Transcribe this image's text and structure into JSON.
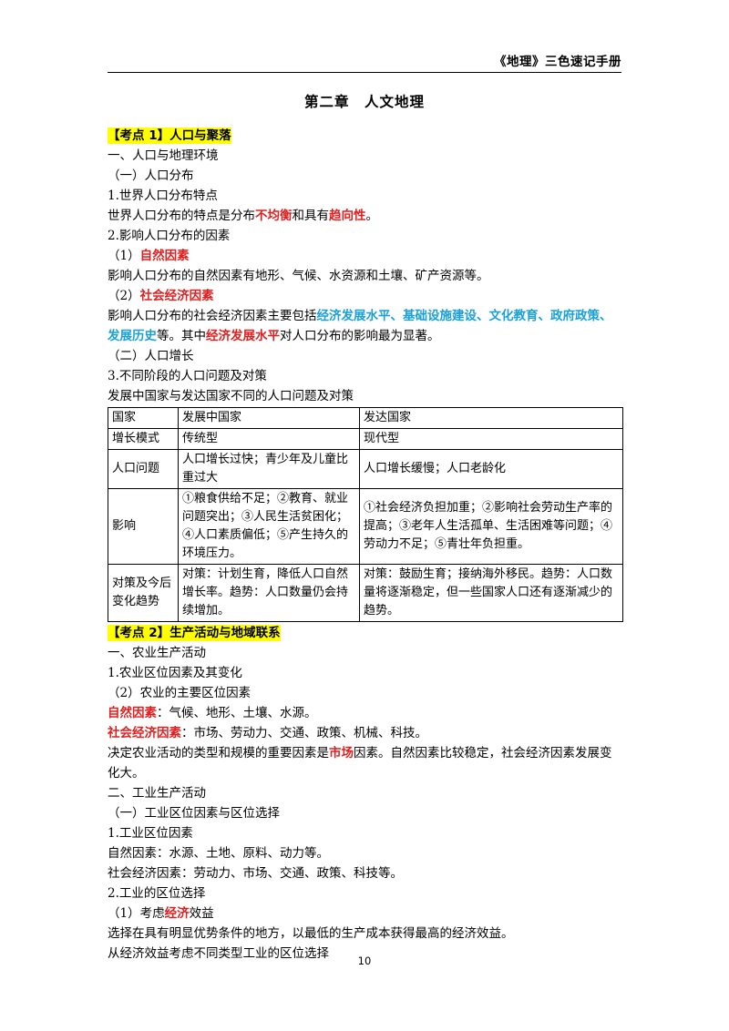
{
  "header": {
    "title": "《地理》三色速记手册"
  },
  "chapter_title": "第二章　人文地理",
  "s1": {
    "heading": "【考点 1】人口与聚落",
    "l1": "一、人口与地理环境",
    "l2": "（一）人口分布",
    "l3": "1.世界人口分布特点",
    "l4": {
      "a": "世界人口分布的特点是分布",
      "b": "不均衡",
      "c": "和具有",
      "d": "趋向性",
      "e": "。"
    },
    "l5": "2.影响人口分布的因素",
    "l6": {
      "a": "（1）",
      "b": "自然因素"
    },
    "l7": "影响人口分布的自然因素有地形、气候、水资源和土壤、矿产资源等。",
    "l8": {
      "a": "（2）",
      "b": "社会经济因素"
    },
    "p9": {
      "a": "影响人口分布的社会经济因素主要包括",
      "b": "经济发展水平、基础设施建设、文化教育、政府政策、发展历史",
      "c": "等。其中",
      "d": "经济发展水平",
      "e": "对人口分布的影响最为显著。"
    },
    "l10": "（二）人口增长",
    "l11": "3.不同阶段的人口问题及对策",
    "l12": "发展中国家与发达国家不同的人口问题及对策"
  },
  "table": {
    "header": [
      "国家",
      "发展中国家",
      "发达国家"
    ],
    "rows": [
      [
        "增长模式",
        "传统型",
        "现代型"
      ],
      [
        "人口问题",
        "人口增长过快；青少年及儿童比重过大",
        "人口增长缓慢；人口老龄化"
      ],
      [
        "影响",
        "①粮食供给不足；②教育、就业问题突出；③人民生活贫困化；④人口素质偏低；⑤产生持久的环境压力。",
        "①社会经济负担加重；②影响社会劳动生产率的提高；③老年人生活孤单、生活困难等问题；④劳动力不足；⑤青壮年负担重。"
      ],
      [
        "对策及今后变化趋势",
        "对策：计划生育，降低人口自然增长率。趋势：人口数量仍会持续增加。",
        "对策：鼓励生育；接纳海外移民。趋势：人口数量将逐渐稳定，但一些国家人口还有逐渐减少的趋势。"
      ]
    ]
  },
  "s2": {
    "heading": "【考点 2】生产活动与地域联系",
    "l1": "一、农业生产活动",
    "l2": "1.农业区位因素及其变化",
    "l3": "（2）农业的主要区位因素",
    "l4": {
      "a": "自然因素",
      "b": "：气候、地形、土壤、水源。"
    },
    "l5": {
      "a": "社会经济因素",
      "b": "：市场、劳动力、交通、政策、机械、科技。"
    },
    "p6": {
      "a": "决定农业活动的类型和规模的重要因素是",
      "b": "市场",
      "c": "因素。自然因素比较稳定，社会经济因素发展变化大。"
    },
    "l7": "二、工业生产活动",
    "l8": "（一）工业区位因素与区位选择",
    "l9": "1.工业区位因素",
    "l10": "自然因素：水源、土地、原料、动力等。",
    "l11": "社会经济因素：劳动力、市场、交通、政策、科技等。",
    "l12": "2.工业的区位选择",
    "l13": {
      "a": "（1）考虑",
      "b": "经济",
      "c": "效益"
    },
    "l14": "选择在具有明显优势条件的地方，以最低的生产成本获得最高的经济效益。",
    "l15": "从经济效益考虑不同类型工业的区位选择"
  },
  "page_number": "10"
}
